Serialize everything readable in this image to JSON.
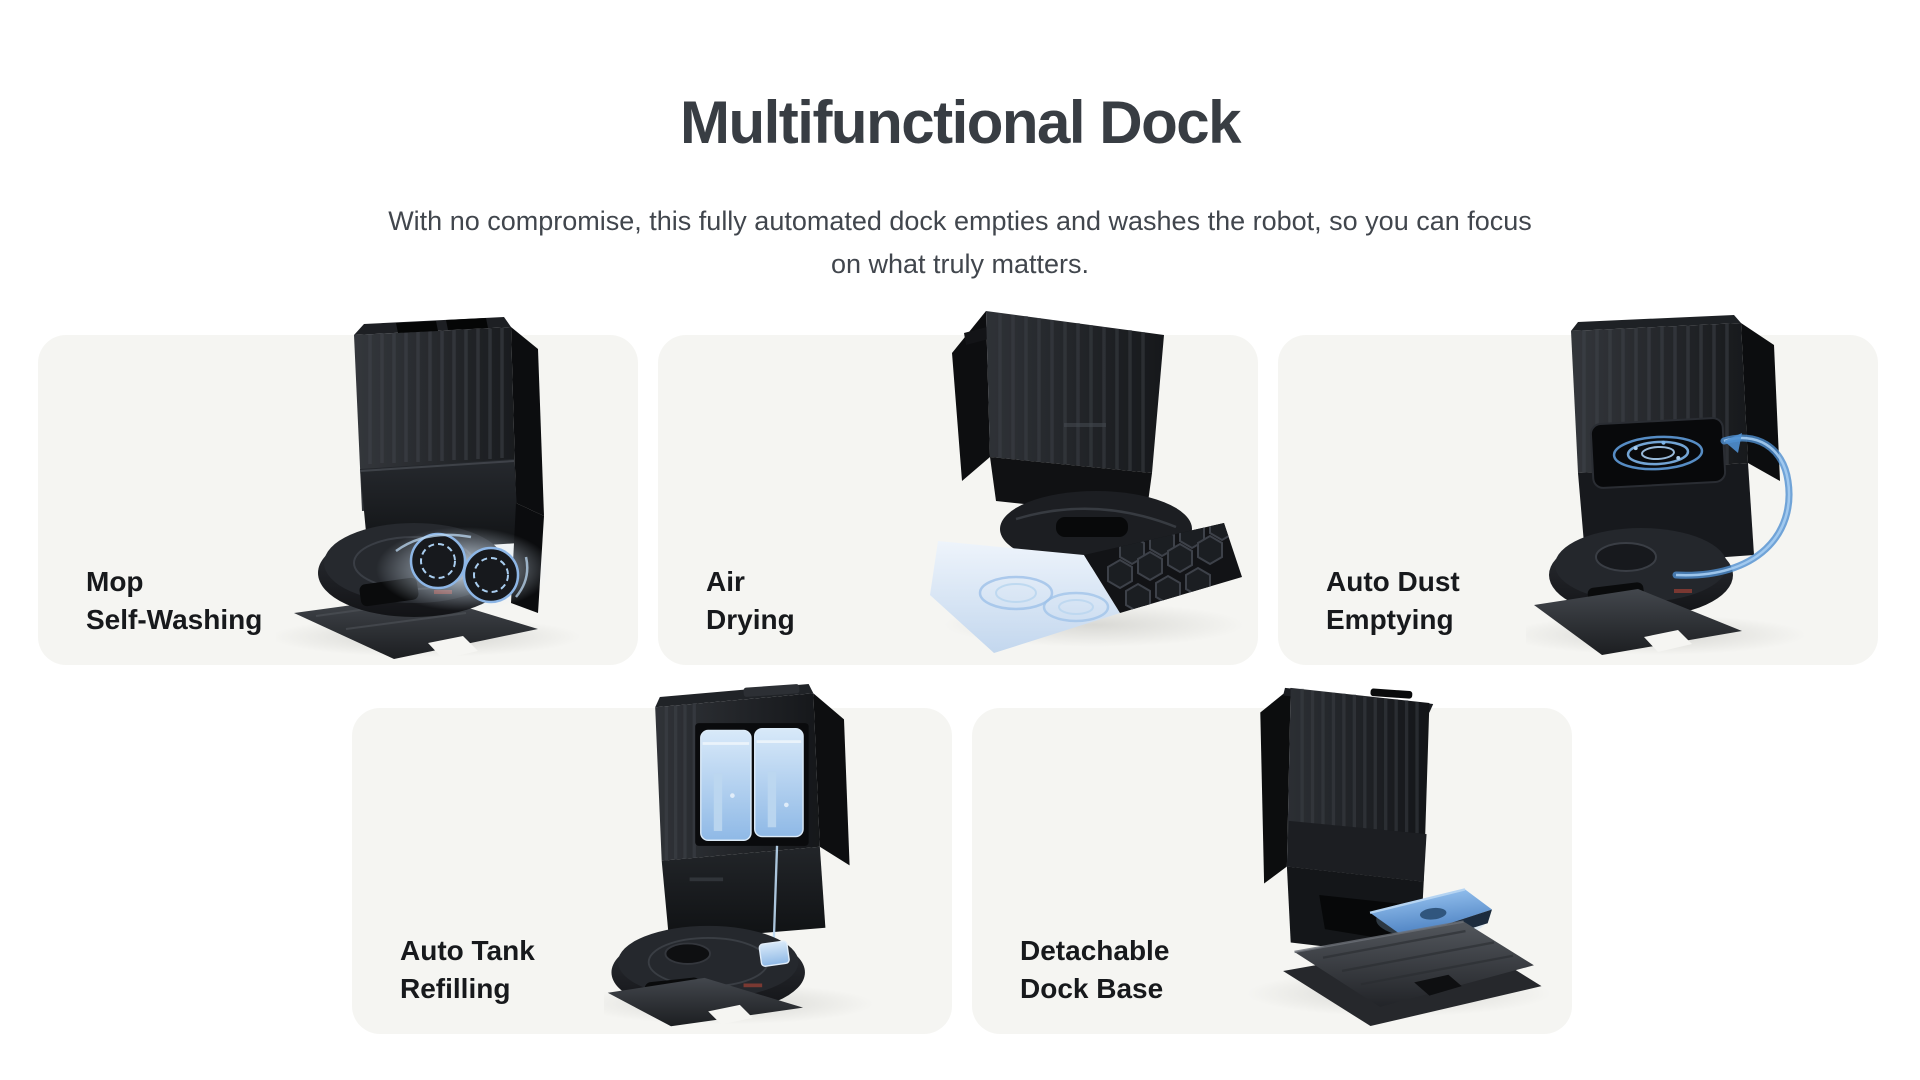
{
  "page": {
    "title": "Multifunctional Dock",
    "subtitle": "With no compromise, this fully automated dock empties and washes the robot, so you can focus on what truly matters."
  },
  "colors": {
    "page_background": "#ffffff",
    "card_background": "#f5f5f2",
    "title_text": "#383d43",
    "subtitle_text": "#41464d",
    "label_text": "#17191c",
    "dock_black": "#1a1c1f",
    "accent_blue": "#7fb3e8",
    "accent_blue_light": "#cfe3f7"
  },
  "features": [
    {
      "id": "mop-self-washing",
      "label_line1": "Mop",
      "label_line2": "Self-Washing",
      "image": "dock-washing-robot-mop-pads-blue-swirl"
    },
    {
      "id": "air-drying",
      "label_line1": "Air",
      "label_line2": "Drying",
      "image": "dock-underside-mop-air-drying-glow"
    },
    {
      "id": "auto-dust-emptying",
      "label_line1": "Auto Dust",
      "label_line2": "Emptying",
      "image": "dock-blue-airflow-dust-cyclone"
    },
    {
      "id": "auto-tank-refilling",
      "label_line1": "Auto Tank",
      "label_line2": "Refilling",
      "image": "dock-transparent-blue-water-tanks"
    },
    {
      "id": "detachable-dock-base",
      "label_line1": "Detachable",
      "label_line2": "Dock Base",
      "image": "dock-with-detached-blue-base-tray"
    }
  ]
}
